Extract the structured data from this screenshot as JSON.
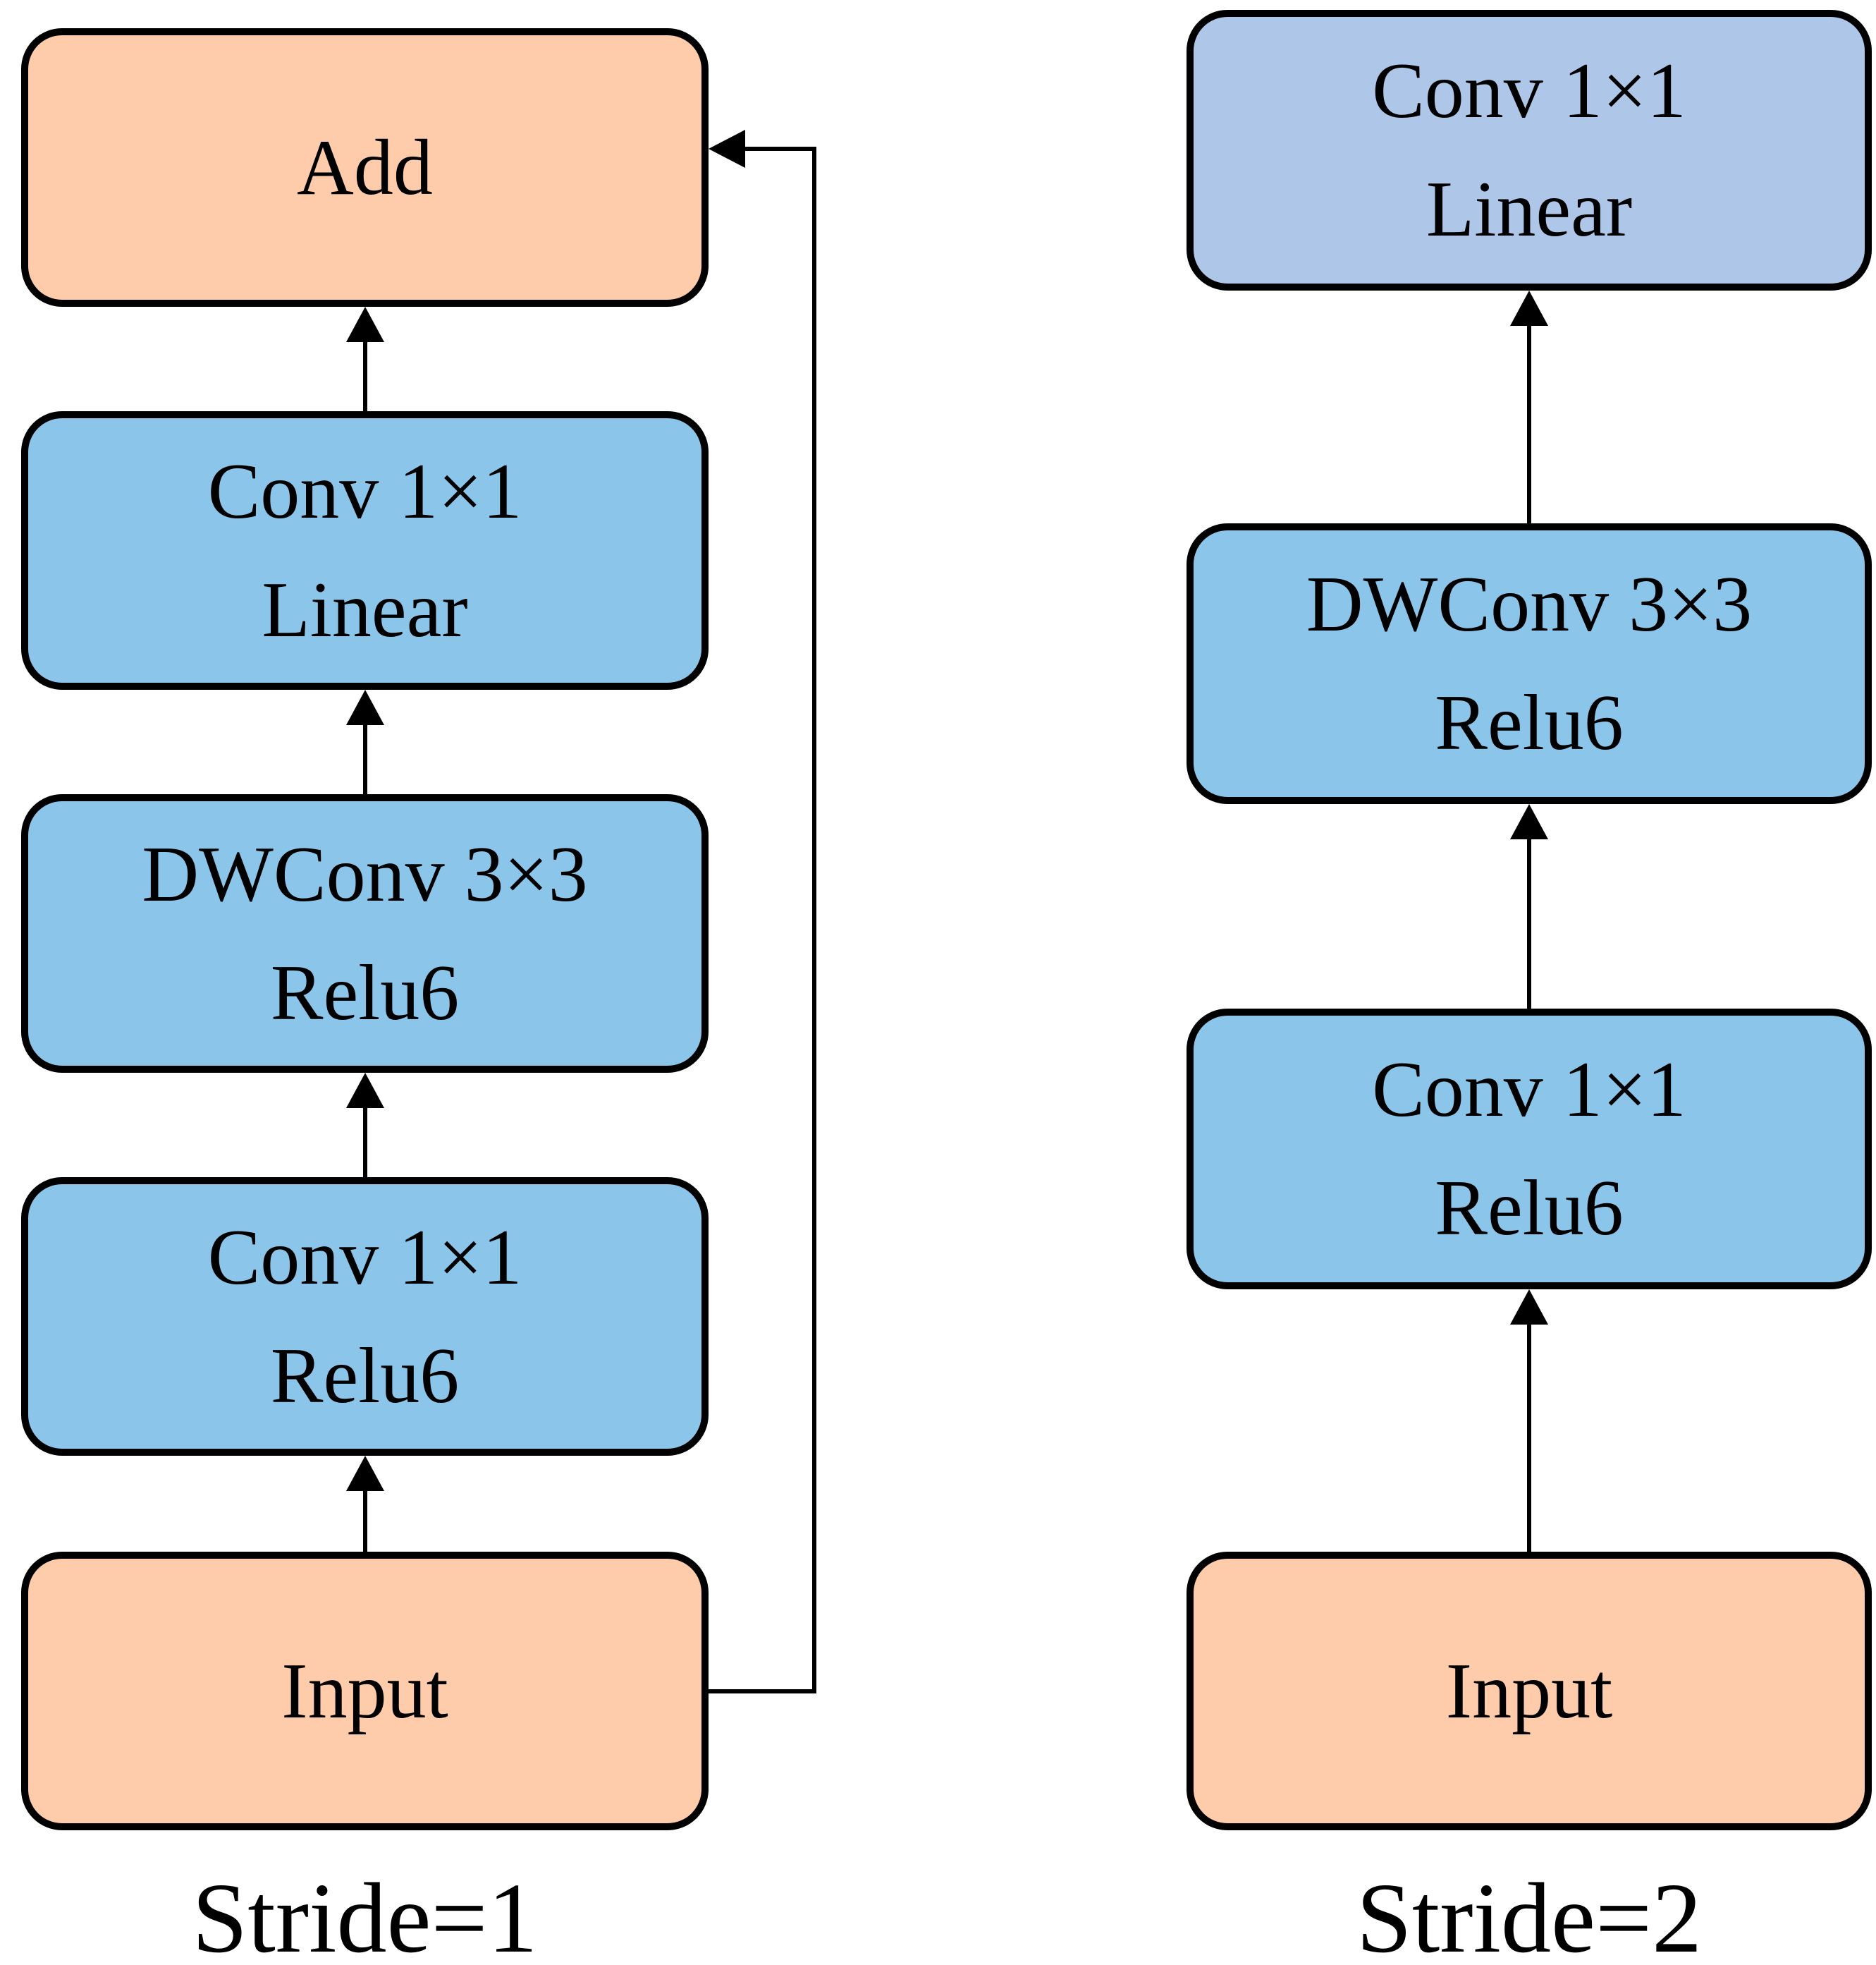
{
  "diagram": {
    "colors": {
      "peach": "#FECCAA",
      "blue": "#8CC5EA",
      "periwinkle": "#AEC6E8",
      "line": "#000000",
      "text": "#000000",
      "background": "#FFFFFF"
    },
    "stride1": {
      "caption": "Stride=1",
      "boxes": {
        "add": {
          "line1": "Add"
        },
        "conv_linear": {
          "line1": "Conv 1×1",
          "line2": "Linear"
        },
        "dwconv": {
          "line1": "DWConv 3×3",
          "line2": "Relu6"
        },
        "conv_relu": {
          "line1": "Conv 1×1",
          "line2": "Relu6"
        },
        "input": {
          "line1": "Input"
        }
      }
    },
    "stride2": {
      "caption": "Stride=2",
      "boxes": {
        "conv_linear": {
          "line1": "Conv 1×1",
          "line2": "Linear"
        },
        "dwconv": {
          "line1": "DWConv 3×3",
          "line2": "Relu6"
        },
        "conv_relu": {
          "line1": "Conv 1×1",
          "line2": "Relu6"
        },
        "input": {
          "line1": "Input"
        }
      }
    }
  }
}
